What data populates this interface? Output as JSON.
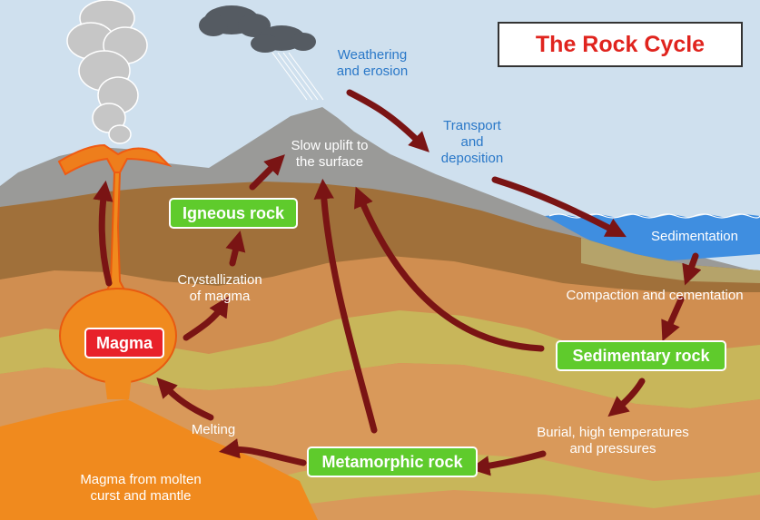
{
  "title": "The Rock Cycle",
  "rock_types": {
    "igneous": "Igneous rock",
    "sedimentary": "Sedimentary rock",
    "metamorphic": "Metamorphic rock",
    "magma": "Magma"
  },
  "processes": {
    "weathering": [
      "Weathering",
      "and erosion"
    ],
    "transport": [
      "Transport",
      "and",
      "deposition"
    ],
    "uplift": [
      "Slow uplift to",
      "the surface"
    ],
    "crystallization": [
      "Crystallization",
      "of magma"
    ],
    "sedimentation": "Sedimentation",
    "compaction": "Compaction and cementation",
    "burial": [
      "Burial, high temperatures",
      "and pressures"
    ],
    "melting": "Melting",
    "magma_source": [
      "Magma from molten",
      "curst and mantle"
    ]
  },
  "colors": {
    "sky": "#cfe0ee",
    "mountain": "#9a9a98",
    "water": "#3f8ee0",
    "layer_brown": "#a0703a",
    "layer_orange": "#d08e50",
    "layer_olive": "#c8b65a",
    "magma": "#f08a1e",
    "arrow": "#7a1414",
    "igneous_box": "#5fcb2c",
    "magma_box": "#e8212a",
    "title_text": "#e0241e"
  }
}
